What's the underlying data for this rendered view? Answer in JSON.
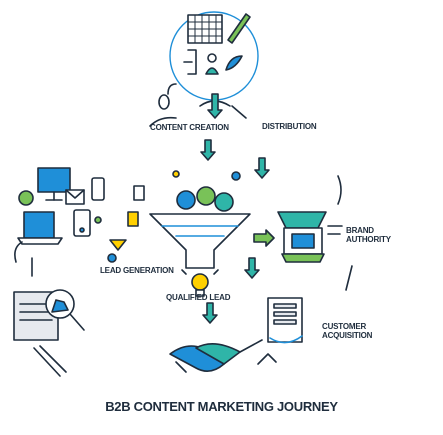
{
  "title": "B2B CONTENT MARKETING JOURNEY",
  "stages": {
    "content_creation": "CONTENT CREATION",
    "distribution": "DISTRIBUTION",
    "brand_authority": "BRAND AUTHORITY",
    "lead_generation": "LEAD GENERATION",
    "qualified_lead": "QUALIFIED LEAD",
    "customer_acquisition": "CUSTOMER ACQUISITION"
  },
  "colors": {
    "outline": "#1f2d3d",
    "blue": "#1f8fd8",
    "teal": "#2fb5a8",
    "green": "#79c258",
    "yellow": "#ffd000",
    "gray": "#e6e9ee"
  }
}
